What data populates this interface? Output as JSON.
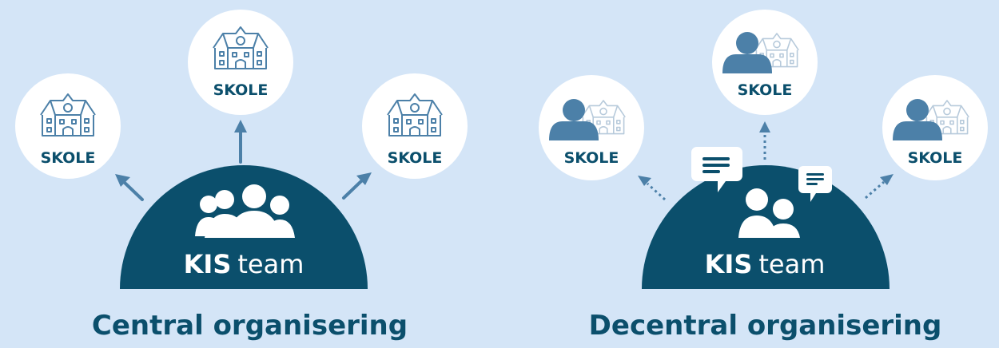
{
  "colors": {
    "background": "#d4e5f7",
    "dark_blue": "#0b4f6c",
    "mid_blue": "#4c80a8",
    "light_icon": "#b7cadb",
    "white": "#ffffff"
  },
  "left": {
    "school_label": "SKOLE",
    "team_bold": "KIS",
    "team_rest": "team",
    "caption": "Central organisering"
  },
  "right": {
    "school_label": "SKOLE",
    "team_bold": "KIS",
    "team_rest": "team",
    "caption": "Decentral organisering"
  },
  "icons": {
    "school": "school-building-icon",
    "team_group": "group-of-people-icon",
    "person": "person-icon",
    "chat": "chat-bubble-icon",
    "arrow_solid": "arrow-solid-icon",
    "arrow_dotted": "arrow-dotted-icon"
  }
}
